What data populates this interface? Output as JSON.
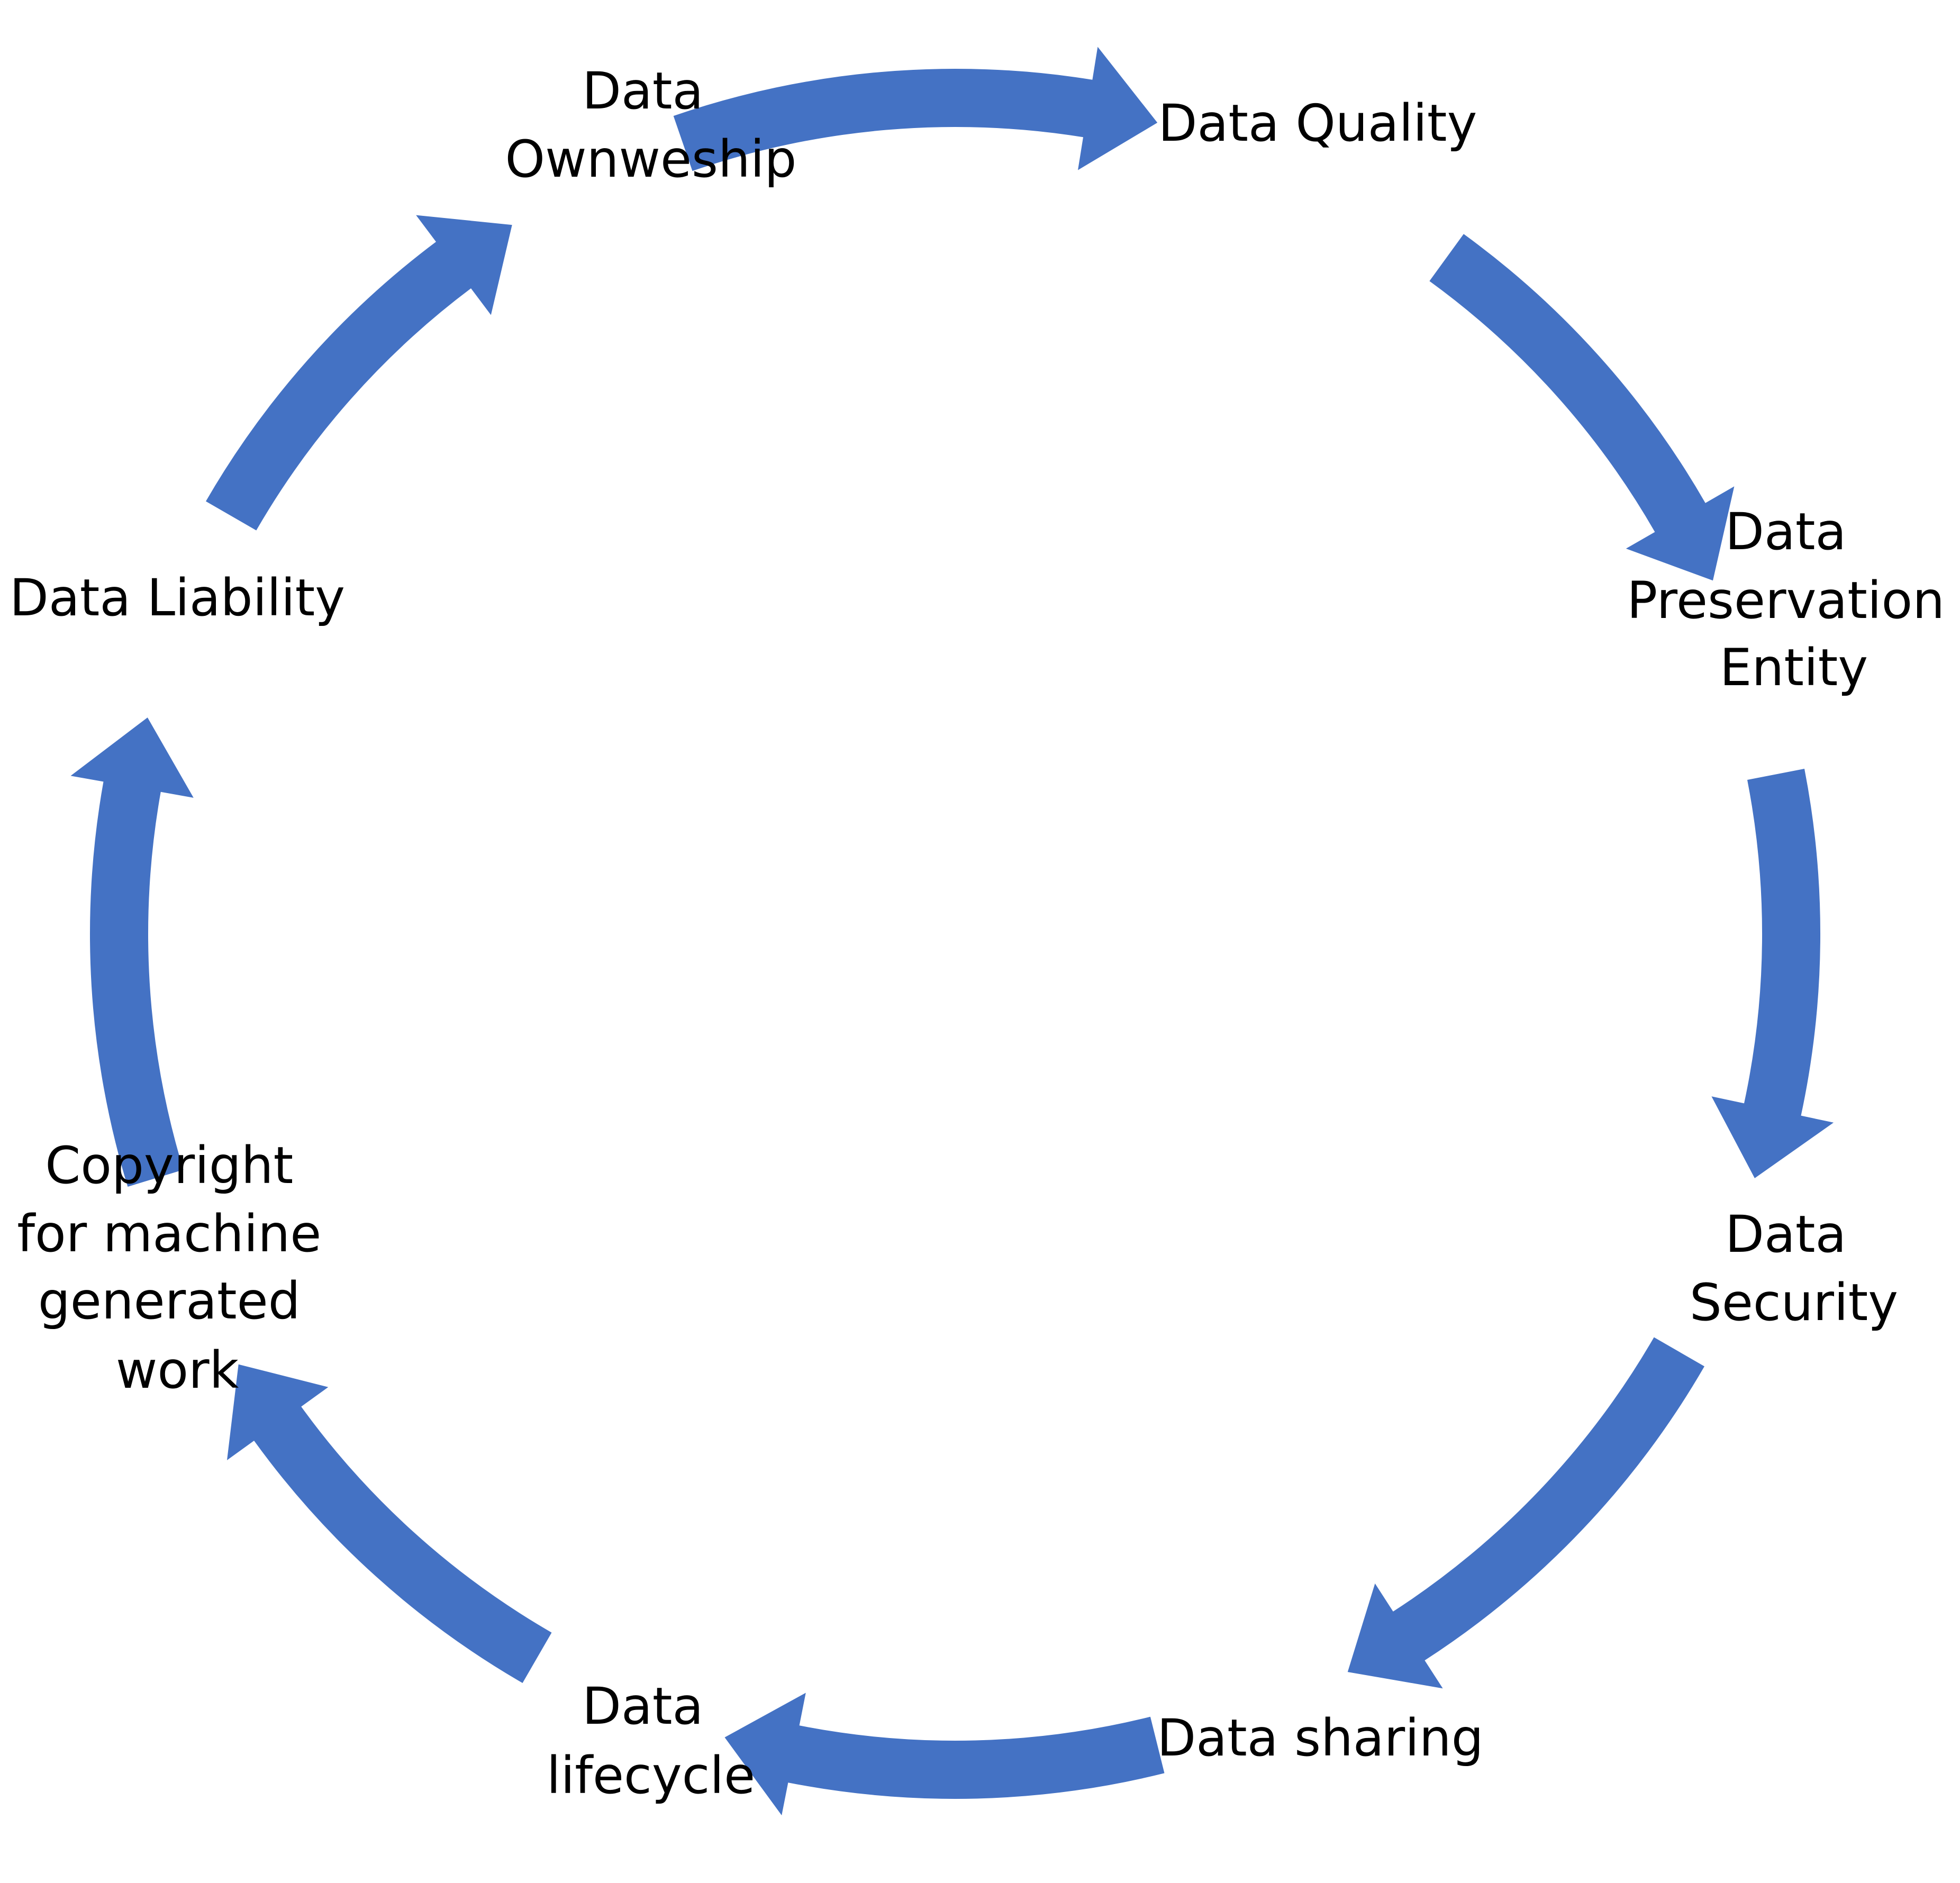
{
  "diagram": {
    "type": "cycle",
    "arrow_color": "#4472C4",
    "text_color": "#000000",
    "nodes": [
      {
        "id": "ownership",
        "lines": [
          "Data",
          "Ownweship"
        ]
      },
      {
        "id": "quality",
        "lines": [
          "Data Quality"
        ]
      },
      {
        "id": "preservation",
        "lines": [
          "Data",
          "Preservation",
          "Entity"
        ]
      },
      {
        "id": "security",
        "lines": [
          "Data",
          "Security"
        ]
      },
      {
        "id": "sharing",
        "lines": [
          "Data sharing"
        ]
      },
      {
        "id": "lifecycle",
        "lines": [
          "Data",
          "lifecycle"
        ]
      },
      {
        "id": "copyright",
        "lines": [
          "Copyright",
          "for machine",
          "generated",
          "work"
        ]
      },
      {
        "id": "liability",
        "lines": [
          "Data Liability"
        ]
      }
    ],
    "edges": [
      {
        "from": "ownership",
        "to": "quality"
      },
      {
        "from": "quality",
        "to": "preservation"
      },
      {
        "from": "preservation",
        "to": "security"
      },
      {
        "from": "security",
        "to": "sharing"
      },
      {
        "from": "sharing",
        "to": "lifecycle"
      },
      {
        "from": "lifecycle",
        "to": "copyright"
      },
      {
        "from": "copyright",
        "to": "liability"
      },
      {
        "from": "liability",
        "to": "ownership"
      }
    ]
  }
}
